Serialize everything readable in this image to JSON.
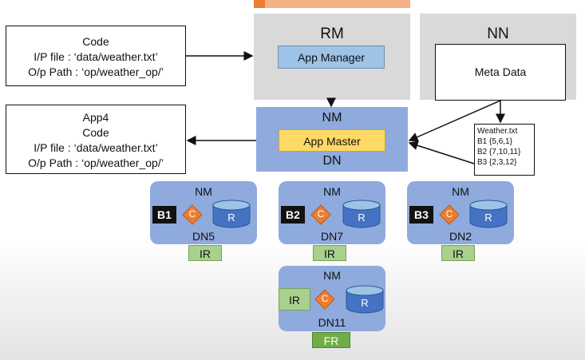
{
  "code_box": {
    "line1": "Code",
    "line2": "I/P file : ‘data/weather.txt’",
    "line3": "O/p Path : ‘op/weather_op/’"
  },
  "app4_box": {
    "line0": "App4",
    "line1": "Code",
    "line2": "I/P file : ‘data/weather.txt’",
    "line3": "O/p Path : ‘op/weather_op/’"
  },
  "rm": {
    "title": "RM",
    "app_manager": "App Manager"
  },
  "nn": {
    "title": "NN",
    "meta": "Meta Data"
  },
  "master_nm": {
    "top": "NM",
    "app_master": "App Master",
    "bottom": "DN"
  },
  "weather": {
    "title": "Weather.txt",
    "b1": "B1 {5,6,1}",
    "b2": "B2 {7,10,11}",
    "b3": "B3 {2,3,12}"
  },
  "nodes": [
    {
      "nm": "NM",
      "block": "B1",
      "c": "C",
      "r": "R",
      "dn": "DN5",
      "tag": "IR"
    },
    {
      "nm": "NM",
      "block": "B2",
      "c": "C",
      "r": "R",
      "dn": "DN7",
      "tag": "IR"
    },
    {
      "nm": "NM",
      "block": "B3",
      "c": "C",
      "r": "R",
      "dn": "DN2",
      "tag": "IR"
    }
  ],
  "reducer": {
    "nm": "NM",
    "ir": "IR",
    "c": "C",
    "r": "R",
    "dn": "DN11",
    "tag": "FR"
  },
  "colors": {
    "gray_box": "#d9d9d9",
    "node_blue": "#8faadc",
    "inner_blue": "#9dc3e6",
    "orange": "#ed7d31",
    "yellow": "#ffd966",
    "green": "#a9d18e",
    "dark_green": "#70ad47",
    "cylinder": "#4472c4"
  },
  "icons": [
    "diamond-icon",
    "cylinder-icon",
    "arrow-icon"
  ]
}
